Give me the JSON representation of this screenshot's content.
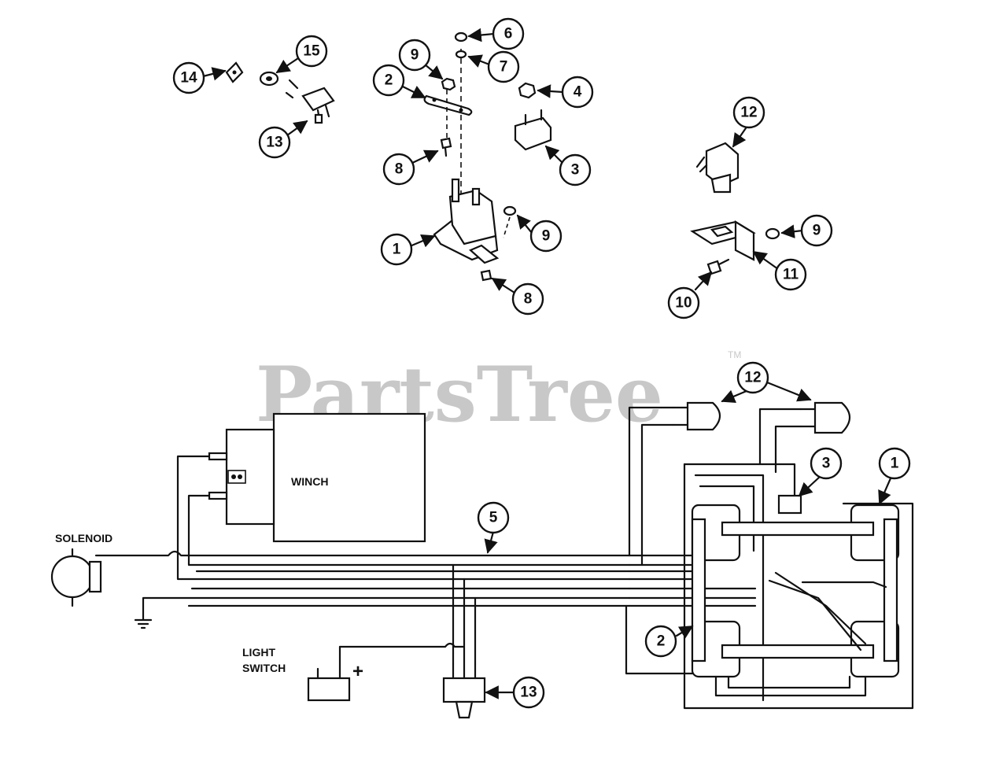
{
  "watermark": {
    "text": "PartsTree",
    "trademark": "TM"
  },
  "labels": {
    "winch": "WINCH",
    "solenoid": "SOLENOID",
    "light_line1": "LIGHT",
    "light_line2": "SWITCH",
    "plus": "+"
  },
  "callouts": [
    {
      "id": "c14",
      "label": "14"
    },
    {
      "id": "c15",
      "label": "15"
    },
    {
      "id": "c13a",
      "label": "13"
    },
    {
      "id": "c9a",
      "label": "9"
    },
    {
      "id": "c2a",
      "label": "2"
    },
    {
      "id": "c8a",
      "label": "8"
    },
    {
      "id": "c6",
      "label": "6"
    },
    {
      "id": "c7",
      "label": "7"
    },
    {
      "id": "c4",
      "label": "4"
    },
    {
      "id": "c3a",
      "label": "3"
    },
    {
      "id": "c1a",
      "label": "1"
    },
    {
      "id": "c9b",
      "label": "9"
    },
    {
      "id": "c8b",
      "label": "8"
    },
    {
      "id": "c12a",
      "label": "12"
    },
    {
      "id": "c9c",
      "label": "9"
    },
    {
      "id": "c11",
      "label": "11"
    },
    {
      "id": "c10",
      "label": "10"
    },
    {
      "id": "c12b",
      "label": "12"
    },
    {
      "id": "c3b",
      "label": "3"
    },
    {
      "id": "c1b",
      "label": "1"
    },
    {
      "id": "c5",
      "label": "5"
    },
    {
      "id": "c2b",
      "label": "2"
    },
    {
      "id": "c13b",
      "label": "13"
    }
  ]
}
